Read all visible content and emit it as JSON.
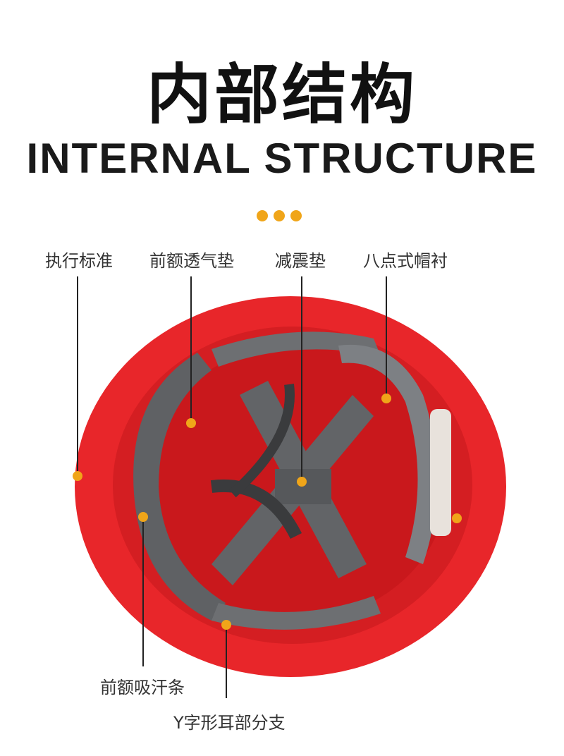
{
  "title_cn": "内部结构",
  "title_en": "INTERNAL STRUCTURE",
  "accent_color": "#f0a519",
  "helmet_color": "#e8262a",
  "labels": {
    "standard": "执行标准",
    "front_vent_pad": "前额透气垫",
    "shock_pad": "减震垫",
    "eight_point_liner": "八点式帽衬",
    "sweatband": "前额吸汗条",
    "y_ear_branch": "Y字形耳部分支"
  }
}
